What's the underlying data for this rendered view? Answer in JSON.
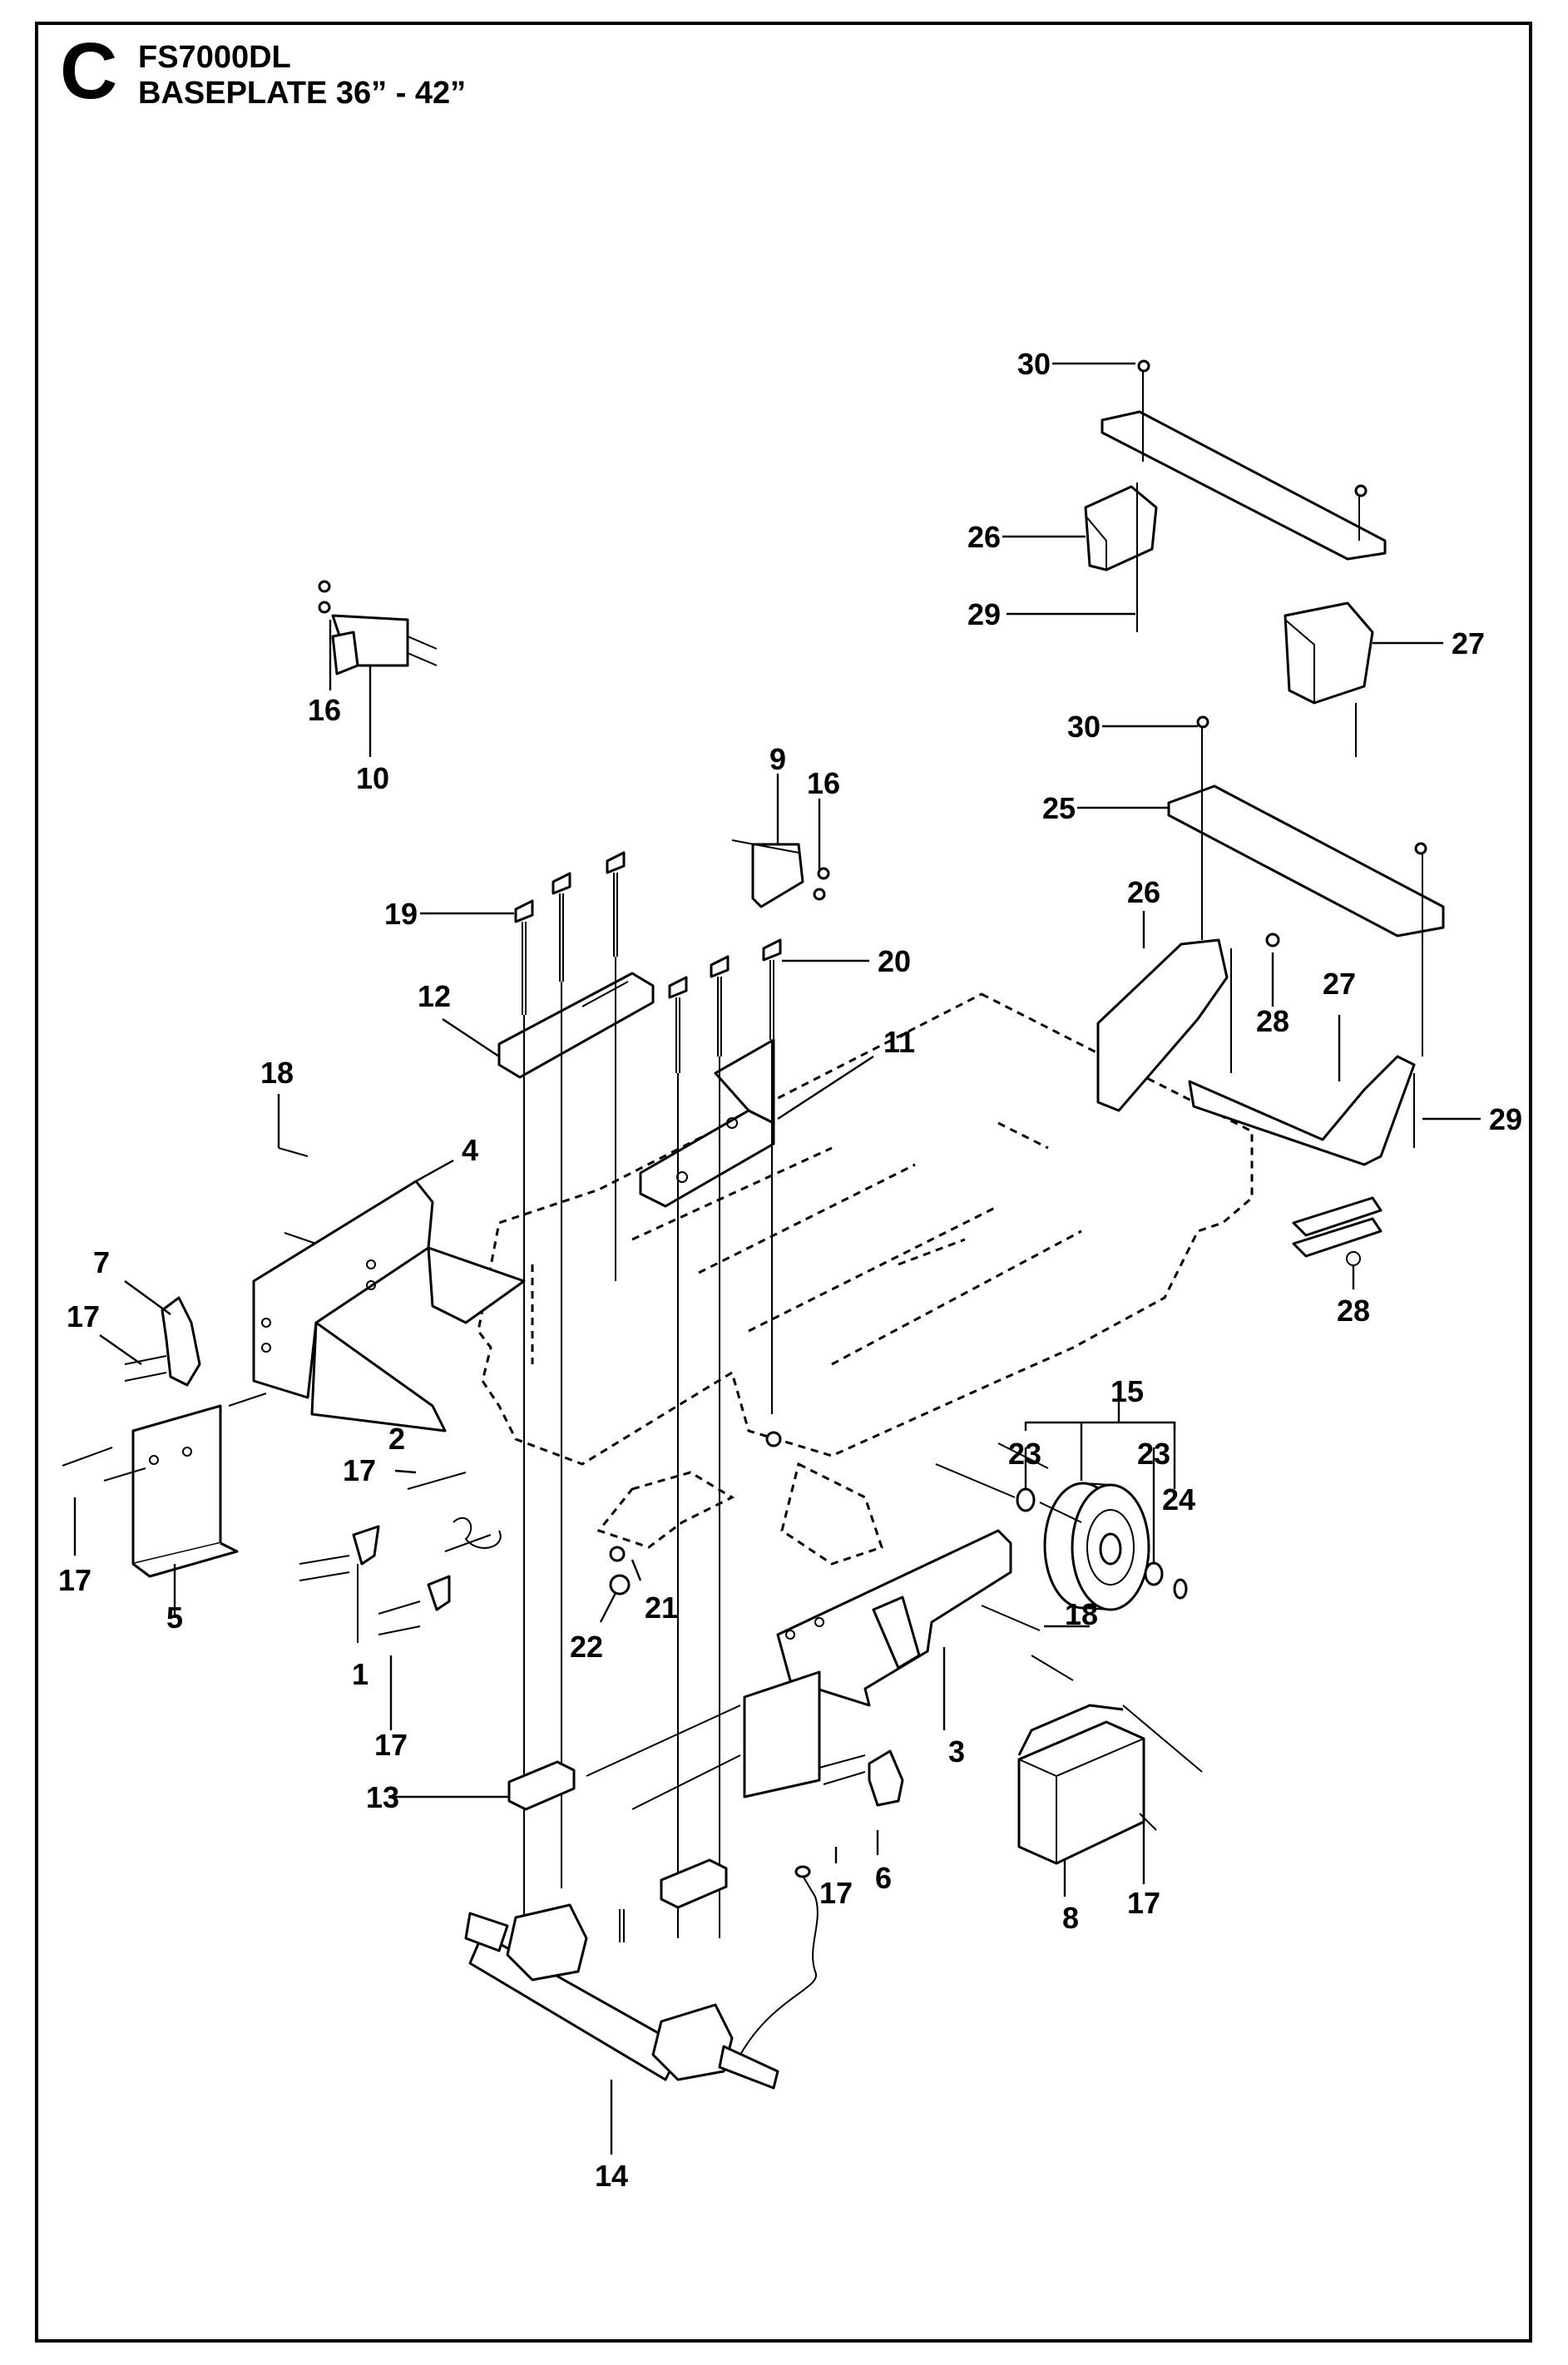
{
  "header": {
    "section_letter": "C",
    "model": "FS7000DL",
    "title": "BASEPLATE 36” - 42”"
  },
  "callouts": [
    {
      "id": "c30a",
      "text": "30"
    },
    {
      "id": "c26a",
      "text": "26"
    },
    {
      "id": "c29a",
      "text": "29"
    },
    {
      "id": "c27a",
      "text": "27"
    },
    {
      "id": "c16a",
      "text": "16"
    },
    {
      "id": "c10",
      "text": "10"
    },
    {
      "id": "c30b",
      "text": "30"
    },
    {
      "id": "c25",
      "text": "25"
    },
    {
      "id": "c9",
      "text": "9"
    },
    {
      "id": "c16b",
      "text": "16"
    },
    {
      "id": "c26b",
      "text": "26"
    },
    {
      "id": "c19",
      "text": "19"
    },
    {
      "id": "c20",
      "text": "20"
    },
    {
      "id": "c12",
      "text": "12"
    },
    {
      "id": "c27b",
      "text": "27"
    },
    {
      "id": "c28a",
      "text": "28"
    },
    {
      "id": "c11",
      "text": "11"
    },
    {
      "id": "c29b",
      "text": "29"
    },
    {
      "id": "c18a",
      "text": "18"
    },
    {
      "id": "c4",
      "text": "4"
    },
    {
      "id": "c28b",
      "text": "28"
    },
    {
      "id": "c7",
      "text": "7"
    },
    {
      "id": "c17a",
      "text": "17"
    },
    {
      "id": "c15",
      "text": "15"
    },
    {
      "id": "c23a",
      "text": "23"
    },
    {
      "id": "c23b",
      "text": "23"
    },
    {
      "id": "c24",
      "text": "24"
    },
    {
      "id": "c17b",
      "text": "17"
    },
    {
      "id": "c2",
      "text": "2"
    },
    {
      "id": "c17c",
      "text": "17"
    },
    {
      "id": "c5",
      "text": "5"
    },
    {
      "id": "c22",
      "text": "22"
    },
    {
      "id": "c21",
      "text": "21"
    },
    {
      "id": "c18b",
      "text": "18"
    },
    {
      "id": "c1",
      "text": "1"
    },
    {
      "id": "c17d",
      "text": "17"
    },
    {
      "id": "c3",
      "text": "3"
    },
    {
      "id": "c13",
      "text": "13"
    },
    {
      "id": "c17e",
      "text": "17"
    },
    {
      "id": "c6",
      "text": "6"
    },
    {
      "id": "c8",
      "text": "8"
    },
    {
      "id": "c17f",
      "text": "17"
    },
    {
      "id": "c14",
      "text": "14"
    }
  ]
}
